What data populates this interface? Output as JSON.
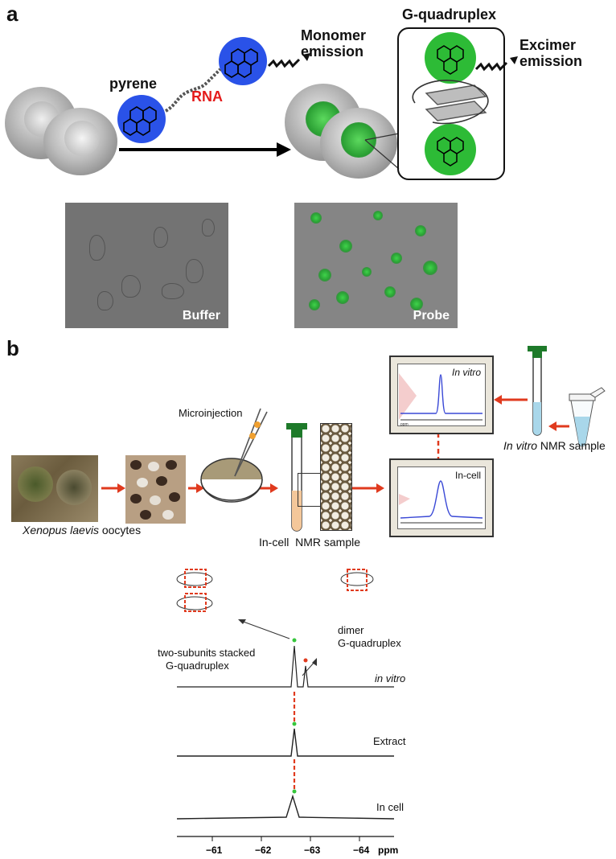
{
  "panel_a": {
    "letter": "a",
    "pyrene_label": "pyrene",
    "rna_label": "RNA",
    "monomer_emission": [
      "Monomer",
      "emission"
    ],
    "gq_title": "G-quadruplex",
    "excimer_emission": [
      "Excimer",
      "emission"
    ],
    "buffer_label": "Buffer",
    "probe_label": "Probe",
    "colors": {
      "pyrene": "#2a52e8",
      "rna": "#e41b1b",
      "probe_green": "#2dbb36"
    }
  },
  "panel_b": {
    "letter": "b",
    "oocytes_label_italic": "Xenopus laevis",
    "oocytes_label_rest": " oocytes",
    "microinjection": "Microinjection",
    "incell_nmr_sample": "In-cell  NMR sample",
    "invitro_nmr_italic": "In vitro",
    "invitro_nmr_rest": " NMR sample",
    "box_invitro": "In vitro",
    "box_incell": "In-cell",
    "ppm_small": "ppm",
    "twosub_label": [
      "two-subunits stacked",
      "G-quadruplex"
    ],
    "dimer_label": [
      "dimer",
      "G-quadruplex"
    ],
    "trace_labels": [
      "in vitro",
      "Extract",
      "In cell"
    ],
    "axis_ticks": [
      "−61",
      "−62",
      "−63",
      "−64"
    ],
    "axis_unit": "ppm",
    "colors": {
      "arrow": "#e03a1e",
      "spectrum": "#3a49d6",
      "tube_cap": "#1e7a2a"
    }
  }
}
